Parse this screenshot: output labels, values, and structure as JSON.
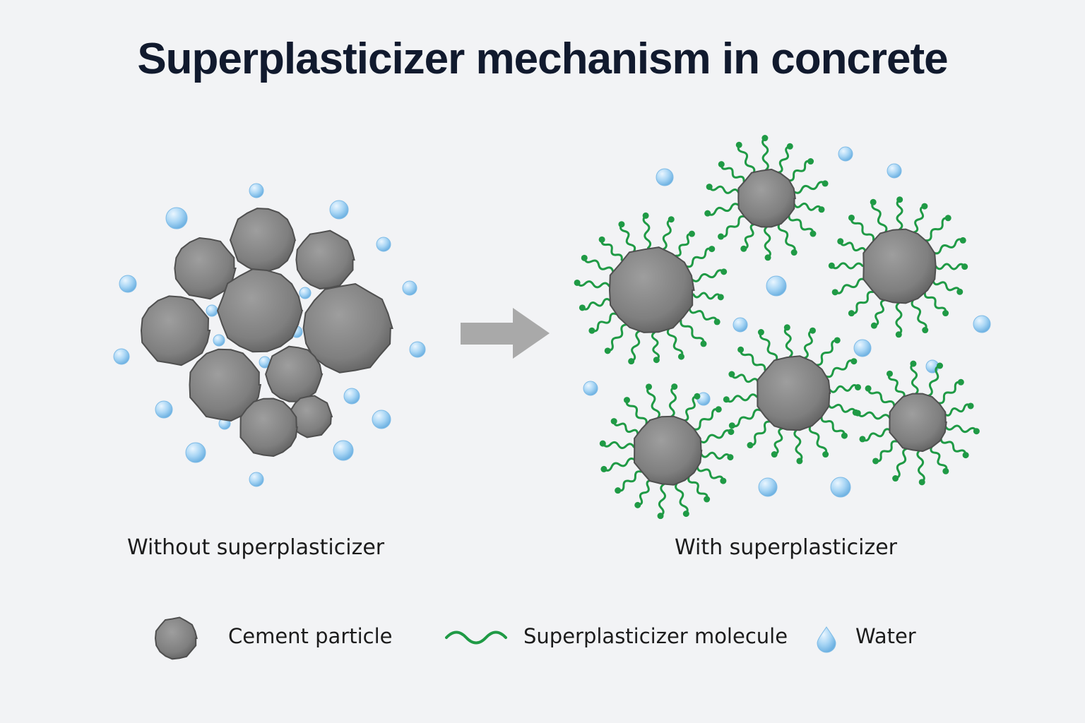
{
  "title": "Superplasticizer mechanism in concrete",
  "captions": {
    "left": "Without superplasticizer",
    "right": "With superplasticizer"
  },
  "legend": [
    {
      "label": "Cement particle",
      "icon": "cement-particle-icon"
    },
    {
      "label": "Superplasticizer molecule",
      "icon": "superplasticizer-molecule-icon"
    },
    {
      "label": "Water",
      "icon": "water-drop-icon"
    }
  ],
  "colors": {
    "cement": "#8a8a8a",
    "superplasticizer": "#1f9a45",
    "water": "#a9d6f5",
    "arrow": "#a9a9a9"
  }
}
